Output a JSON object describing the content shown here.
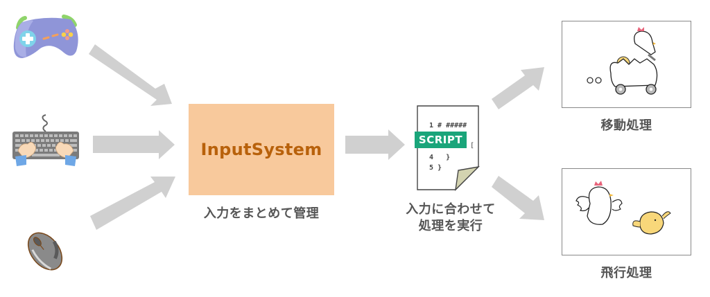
{
  "diagram": {
    "inputs": [
      {
        "name": "gamepad",
        "icon": "gamepad-icon"
      },
      {
        "name": "keyboard",
        "icon": "keyboard-icon"
      },
      {
        "name": "mouse",
        "icon": "mouse-icon"
      }
    ],
    "center_box": {
      "title": "InputSystem",
      "caption": "入力をまとめて管理",
      "fill_color": "#f8c99c",
      "text_color": "#b8610b"
    },
    "script": {
      "badge": "SCRIPT",
      "badge_color": "#1aa57a",
      "code_lines": [
        "1 # #####",
        "4   }",
        "5 }"
      ],
      "caption_line1": "入力に合わせて",
      "caption_line2": "処理を実行"
    },
    "outputs": [
      {
        "caption": "移動処理",
        "illustration": "chicken-driving-egg-car"
      },
      {
        "caption": "飛行処理",
        "illustration": "chickens-flying"
      }
    ],
    "arrow_color": "#d0d0d0",
    "caption_color": "#555555"
  }
}
